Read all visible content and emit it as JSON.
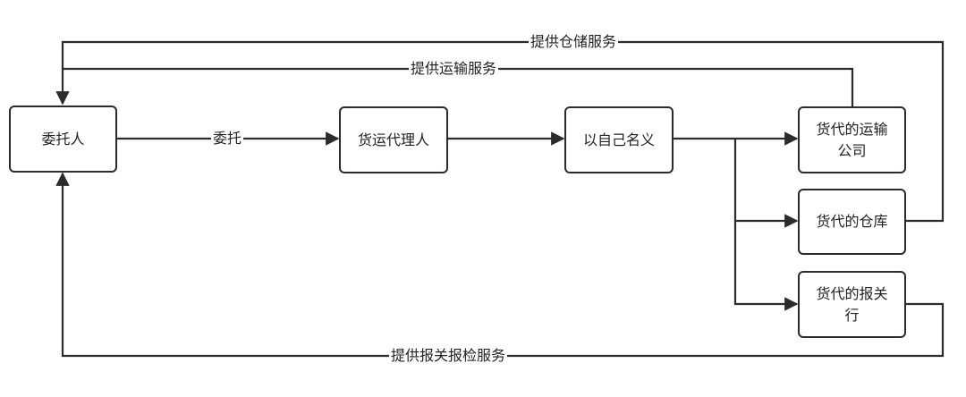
{
  "nodes": {
    "client": "委托人",
    "forwarder": "货运代理人",
    "own_name": "以自己名义",
    "transport": "货代的运输公司",
    "warehouse": "货代的仓库",
    "customs": "货代的报关行"
  },
  "edges": {
    "entrust": "委托",
    "storage_service": "提供仓储服务",
    "transport_service": "提供运输服务",
    "customs_service": "提供报关报检服务"
  },
  "colors": {
    "line": "#2b2b2b",
    "text": "#222222",
    "background": "#ffffff"
  }
}
